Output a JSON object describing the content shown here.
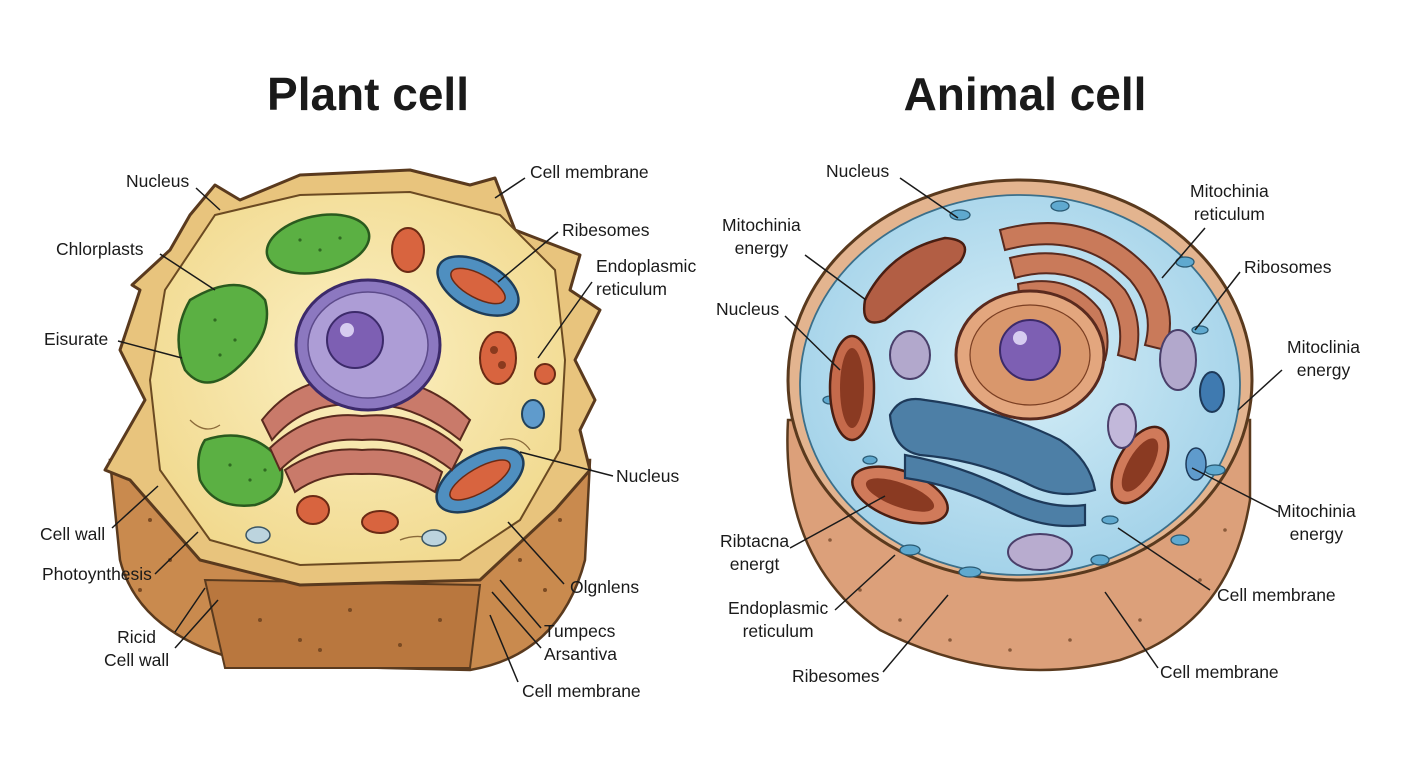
{
  "plant": {
    "title": "Plant cell",
    "labels": [
      {
        "id": "nucleus-1",
        "text": "Nucleus"
      },
      {
        "id": "chloroplasts",
        "text": "Chlorplasts"
      },
      {
        "id": "eisurate",
        "text": "Eisurate"
      },
      {
        "id": "cell-wall",
        "text": "Cell wall"
      },
      {
        "id": "photosynthesis",
        "text": "Photoynthesis"
      },
      {
        "id": "ricid-wall",
        "text": "Ricid\nCell wall"
      },
      {
        "id": "cell-membrane-top",
        "text": "Cell membrane"
      },
      {
        "id": "ribosomes",
        "text": "Ribesomes"
      },
      {
        "id": "er",
        "text": "Endoplasmic\nreticulum"
      },
      {
        "id": "nucleus-2",
        "text": "Nucleus"
      },
      {
        "id": "olgnlens",
        "text": "Olgnlens"
      },
      {
        "id": "tumpecs",
        "text": "Tumpecs\nArsantiva"
      },
      {
        "id": "cell-membrane-bottom",
        "text": "Cell membrane"
      }
    ]
  },
  "animal": {
    "title": "Animal cell",
    "labels": [
      {
        "id": "nucleus-top",
        "text": "Nucleus"
      },
      {
        "id": "mito-energy-left",
        "text": "Mitochinia\nenergy"
      },
      {
        "id": "nucleus-left",
        "text": "Nucleus"
      },
      {
        "id": "ribtacna",
        "text": "Ribtacna\nenergt"
      },
      {
        "id": "er",
        "text": "Endoplasmic\nreticulum"
      },
      {
        "id": "ribosomes-bottom",
        "text": "Ribesomes"
      },
      {
        "id": "mito-reticulum",
        "text": "Mitochinia\nreticulum"
      },
      {
        "id": "ribosomes-right",
        "text": "Ribosomes"
      },
      {
        "id": "mito-energy-right-1",
        "text": "Mitoclinia\nenergy"
      },
      {
        "id": "mito-energy-right-2",
        "text": "Mitochinia\nenergy"
      },
      {
        "id": "cell-membrane-1",
        "text": "Cell membrane"
      },
      {
        "id": "cell-membrane-2",
        "text": "Cell membrane"
      }
    ]
  },
  "colors": {
    "cytoplasm_plant": "#f6e6a8",
    "cell_wall": "#c98a4e",
    "chloroplast": "#5bb043",
    "nucleus": "#9b8bc7",
    "nucleolus": "#7d5fb3",
    "golgi": "#c97a6a",
    "mitochondria_blue": "#4f8fc0",
    "vacuole_red": "#d8643f",
    "cytoplasm_animal": "#b9dff0",
    "animal_base": "#dca07a",
    "er_blue": "#4d7fa6"
  }
}
